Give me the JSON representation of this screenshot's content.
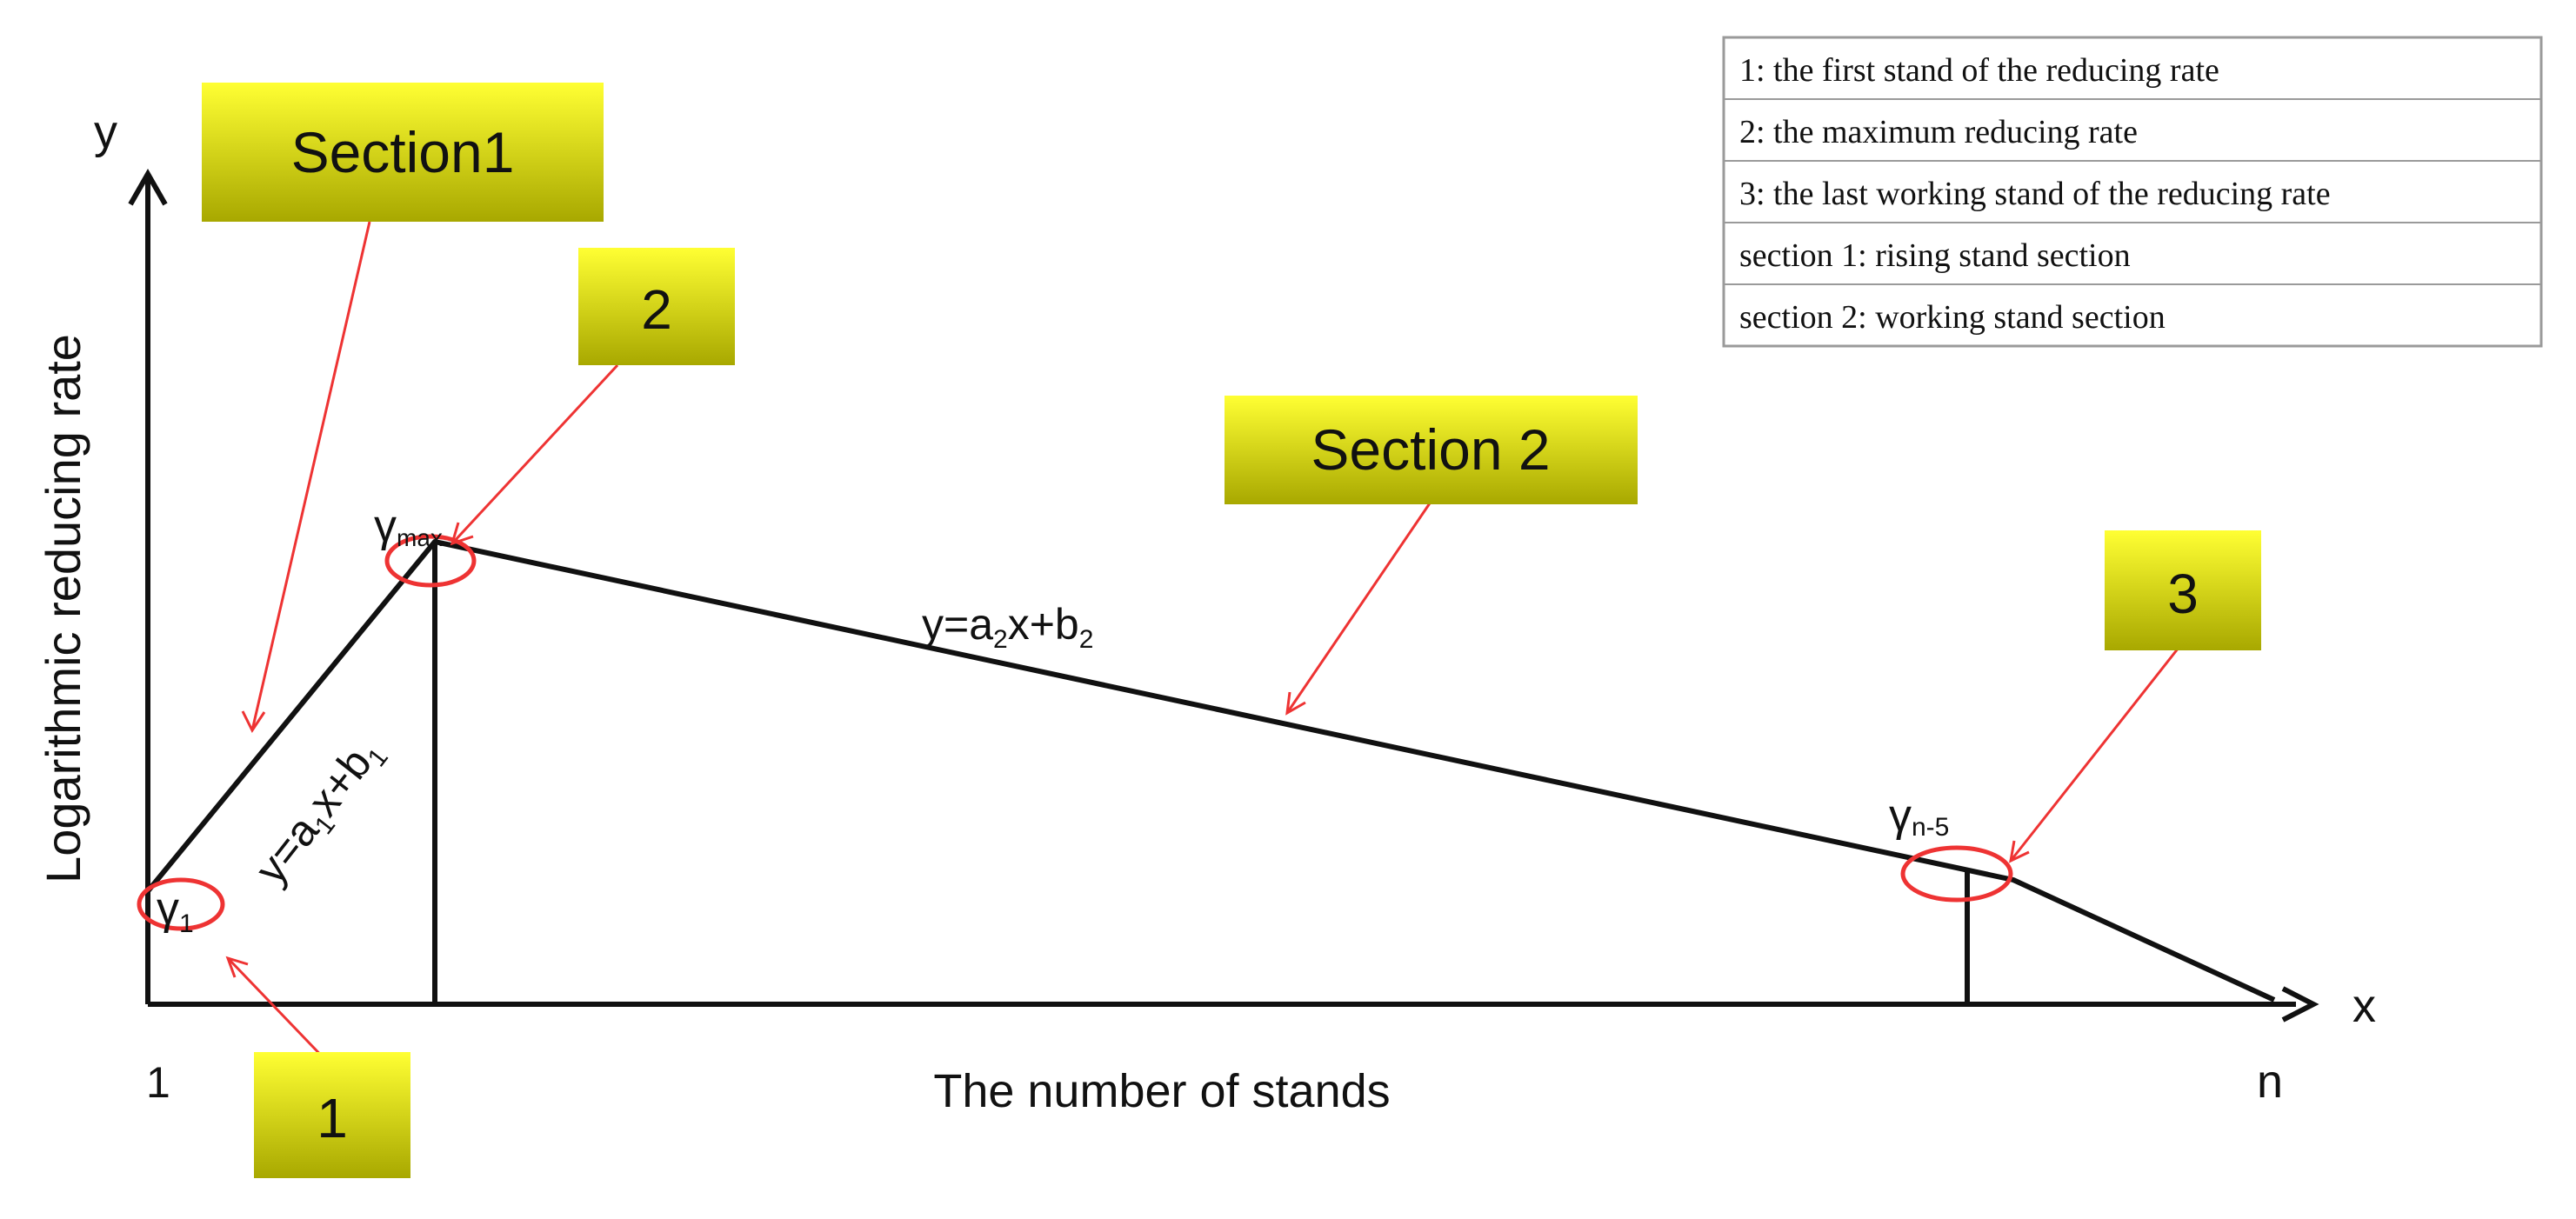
{
  "colors": {
    "line": "#111111",
    "annotation": "#ee3333",
    "callout_top": "#ffff33",
    "callout_bottom": "#a8a800",
    "legend_border": "#9a9a9a",
    "background": "#ffffff"
  },
  "axes": {
    "y_letter": "y",
    "x_letter": "x",
    "y_label": "Logarithmic reducing rate",
    "x_label": "The number of stands",
    "x_start": "1",
    "x_end": "n"
  },
  "points": {
    "gamma_1": {
      "sym": "γ",
      "sub": "1"
    },
    "gamma_max": {
      "sym": "γ",
      "sub": "max"
    },
    "gamma_n5": {
      "sym": "γ",
      "sub": "n-5"
    }
  },
  "equations": {
    "section1": {
      "p1": "y=a",
      "s1": "1",
      "p2": "x+b",
      "s2": "1"
    },
    "section2": {
      "p1": "y=a",
      "s1": "2",
      "p2": "x+b",
      "s2": "2"
    }
  },
  "callouts": {
    "section1": "Section1",
    "section2": "Section 2",
    "c1": "1",
    "c2": "2",
    "c3": "3"
  },
  "legend": {
    "rows": [
      "1: the first stand of the reducing rate",
      "2: the maximum reducing rate",
      "3: the last working stand of the reducing rate",
      "section 1: rising stand section",
      "section 2: working stand section"
    ]
  }
}
